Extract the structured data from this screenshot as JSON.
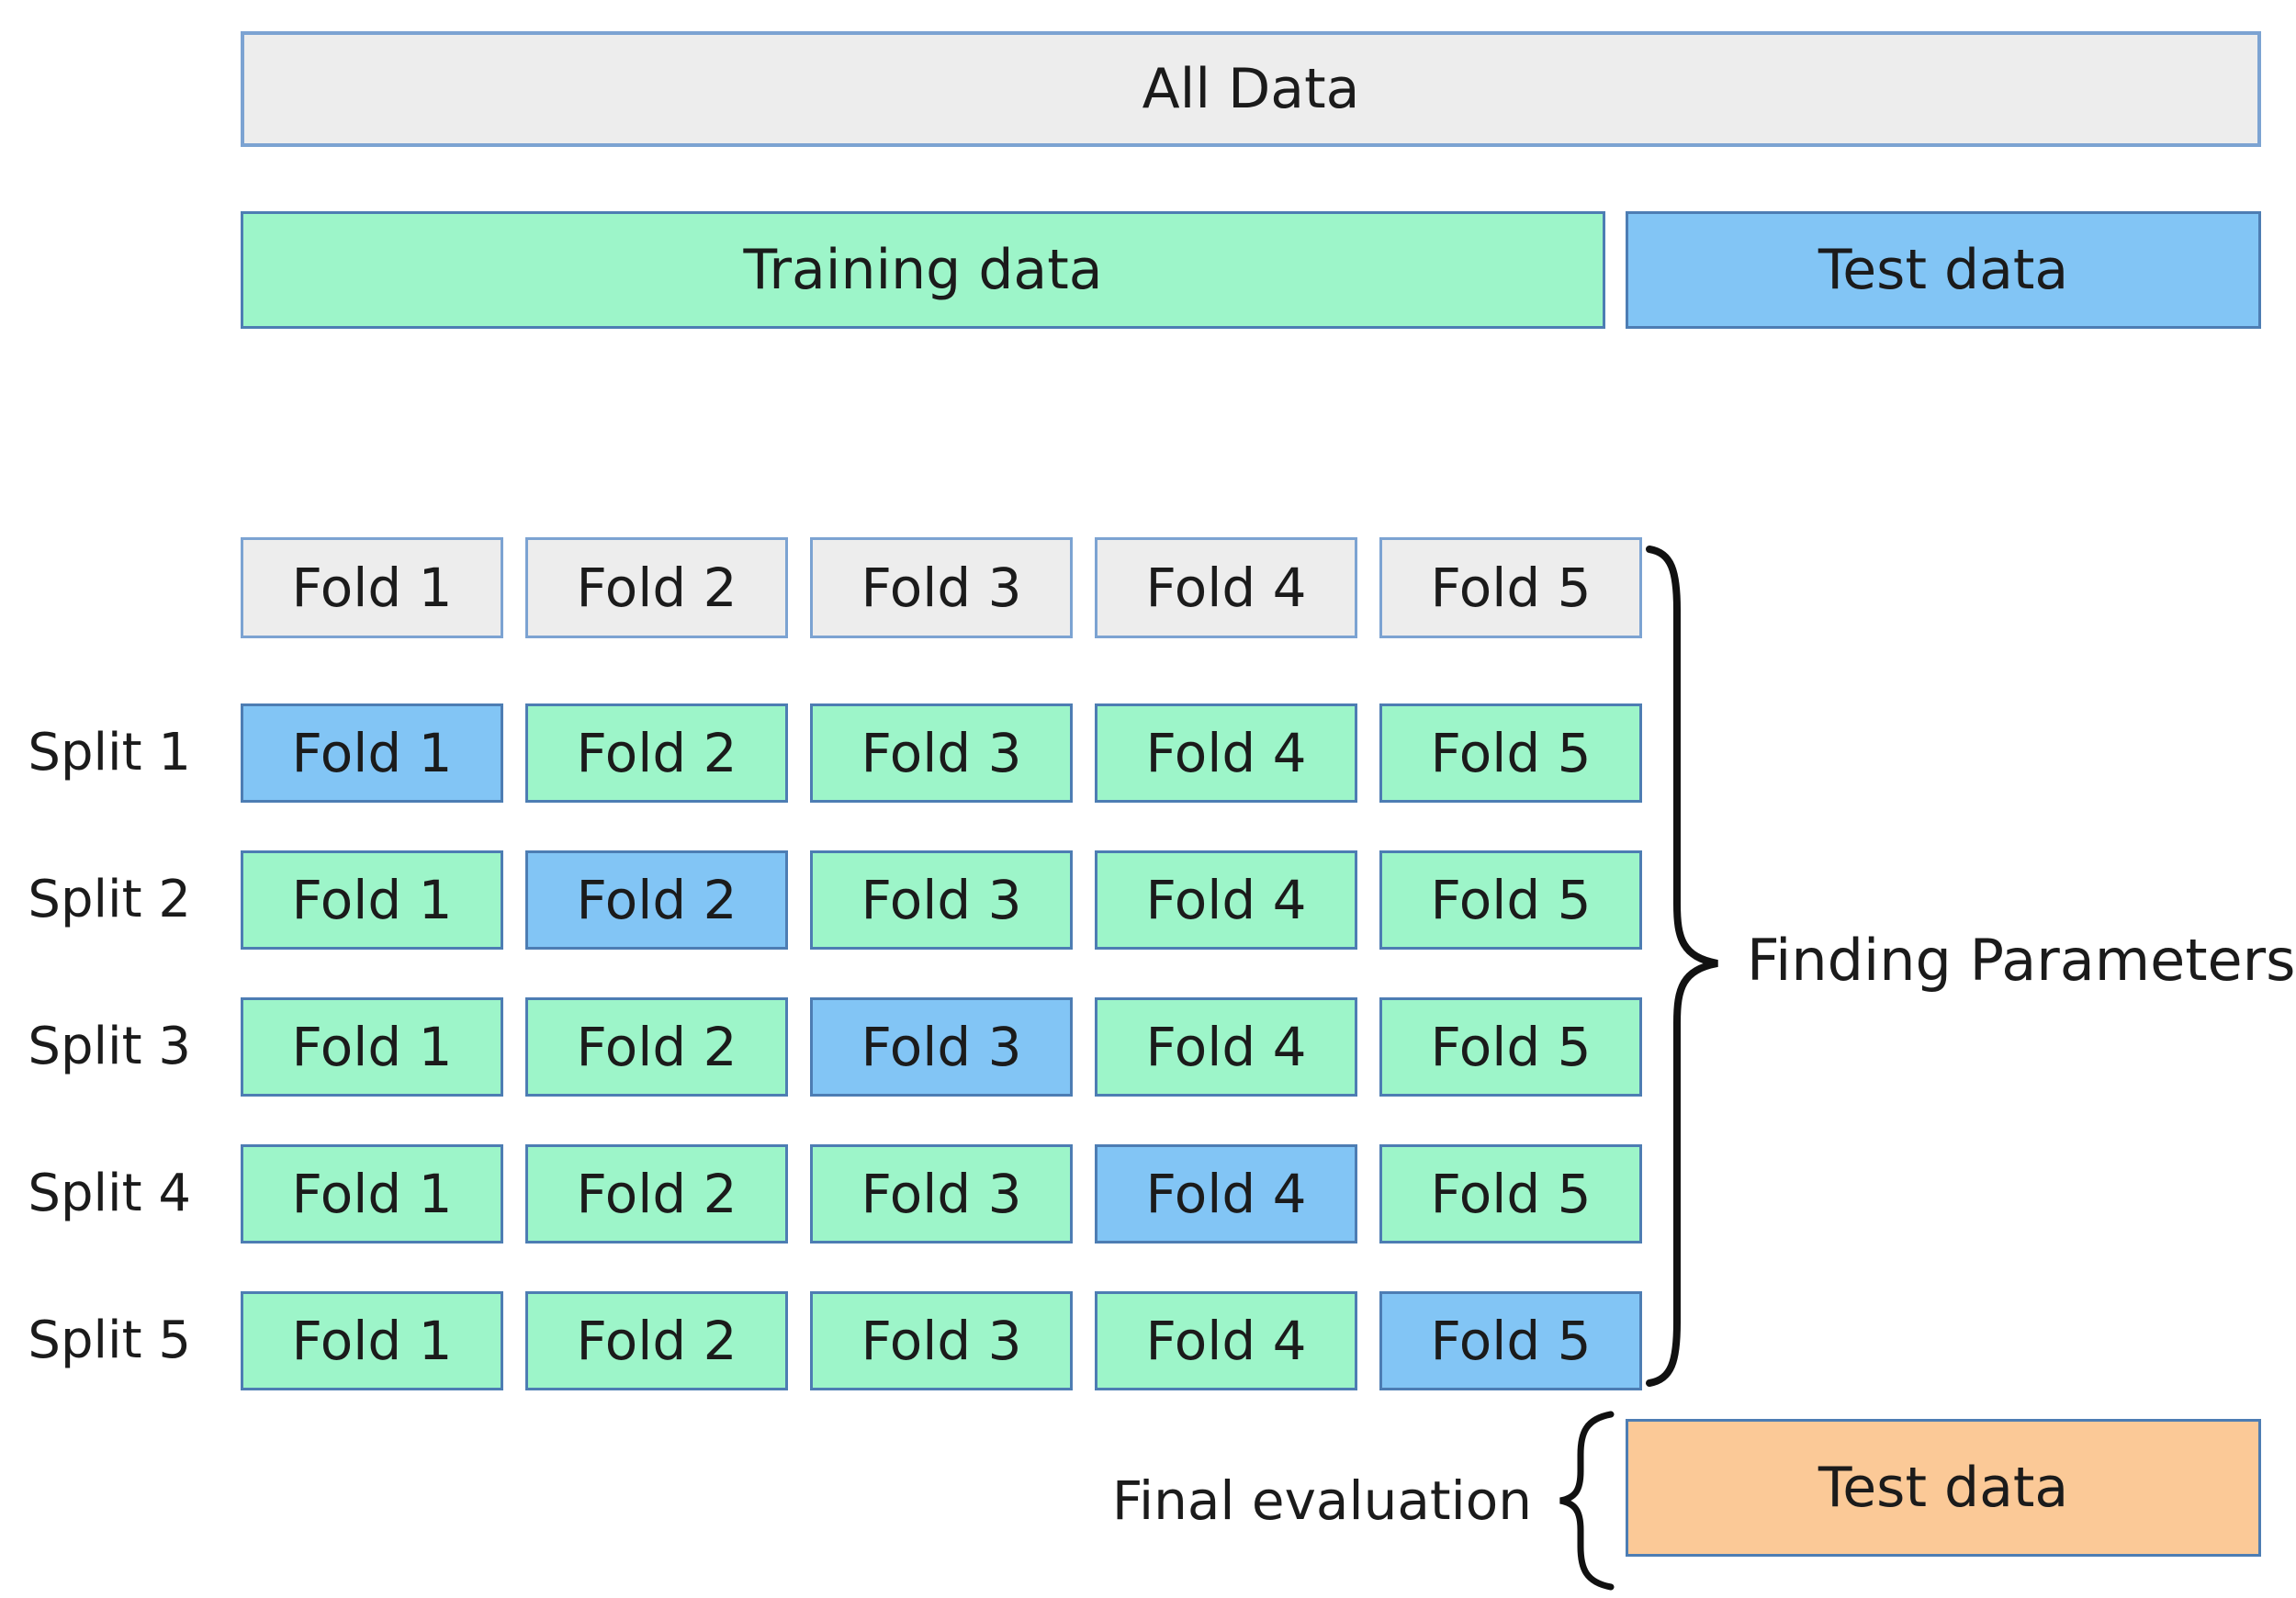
{
  "bars": {
    "all_data": "All Data",
    "training": "Training data",
    "test": "Test data"
  },
  "fold_headers": [
    "Fold 1",
    "Fold 2",
    "Fold 3",
    "Fold 4",
    "Fold 5"
  ],
  "splits": [
    {
      "label": "Split 1",
      "folds": [
        "Fold 1",
        "Fold 2",
        "Fold 3",
        "Fold 4",
        "Fold 5"
      ],
      "test_fold_index": 0
    },
    {
      "label": "Split 2",
      "folds": [
        "Fold 1",
        "Fold 2",
        "Fold 3",
        "Fold 4",
        "Fold 5"
      ],
      "test_fold_index": 1
    },
    {
      "label": "Split 3",
      "folds": [
        "Fold 1",
        "Fold 2",
        "Fold 3",
        "Fold 4",
        "Fold 5"
      ],
      "test_fold_index": 2
    },
    {
      "label": "Split 4",
      "folds": [
        "Fold 1",
        "Fold 2",
        "Fold 3",
        "Fold 4",
        "Fold 5"
      ],
      "test_fold_index": 3
    },
    {
      "label": "Split 5",
      "folds": [
        "Fold 1",
        "Fold 2",
        "Fold 3",
        "Fold 4",
        "Fold 5"
      ],
      "test_fold_index": 4
    }
  ],
  "annotations": {
    "finding_parameters": "Finding Parameters",
    "final_evaluation": "Final evaluation",
    "final_test": "Test data"
  },
  "colors": {
    "green": "#9df5c9",
    "blue": "#82c5f5",
    "gray": "#ededed",
    "orange": "#fbc997",
    "border": "#4d7db3",
    "border_light": "#7ca3d2",
    "brace": "#111111",
    "text": "#1b1b1b"
  }
}
